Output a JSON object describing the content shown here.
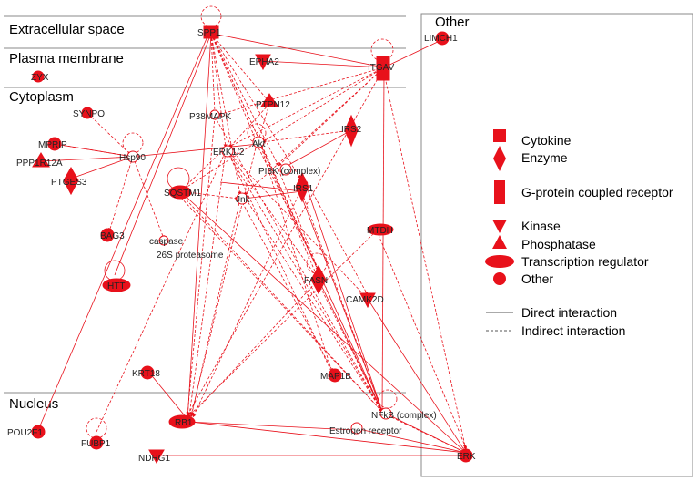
{
  "colors": {
    "node": "#e8111b",
    "edge": "#e8111b",
    "frame": "#888888",
    "text": "#222222"
  },
  "regions": {
    "extracellular": "Extracellular space",
    "plasma": "Plasma membrane",
    "cytoplasm": "Cytoplasm",
    "nucleus": "Nucleus",
    "other": "Other"
  },
  "nodes": {
    "spp1": "SPP1",
    "limch1": "LIMCH1",
    "epha2": "EPHA2",
    "itgav": "ITGAV",
    "zyx": "ZYX",
    "synpo": "SYNPO",
    "ptpn12": "PTPN12",
    "p38mapk": "P38MAPK",
    "irs2": "IRS2",
    "mprip": "MPRIP",
    "hsp90": "Hsp90",
    "erk12": "ERK1/2",
    "akt": "Akt",
    "ppp1r12a": "PPP1R12A",
    "ptges3": "PTGES3",
    "pi3k": "PI3K (complex)",
    "sqstm1": "SQSTM1",
    "jnk": "Jnk",
    "irs1": "IRS1",
    "mtdh": "MTDH",
    "bag3": "BAG3",
    "caspase": "caspase",
    "proteasome": "26S proteasome",
    "htt": "HTT",
    "fasn": "FASN",
    "camk2d": "CAMK2D",
    "krt18": "KRT18",
    "map1b": "MAP1B",
    "nfkb": "NFkB (complex)",
    "pou2f1": "POU2F1",
    "rb1": "RB1",
    "estrogen": "Estrogen receptor",
    "fubp1": "FUBP1",
    "ndrg1": "NDRG1",
    "erk": "ERK"
  },
  "legend": {
    "cytokine": "Cytokine",
    "enzyme": "Enzyme",
    "gpcr": "G-protein coupled receptor",
    "kinase": "Kinase",
    "phosphatase": "Phosphatase",
    "tr": "Transcription regulator",
    "other": "Other",
    "direct": "Direct interaction",
    "indirect": "Indirect interaction"
  }
}
